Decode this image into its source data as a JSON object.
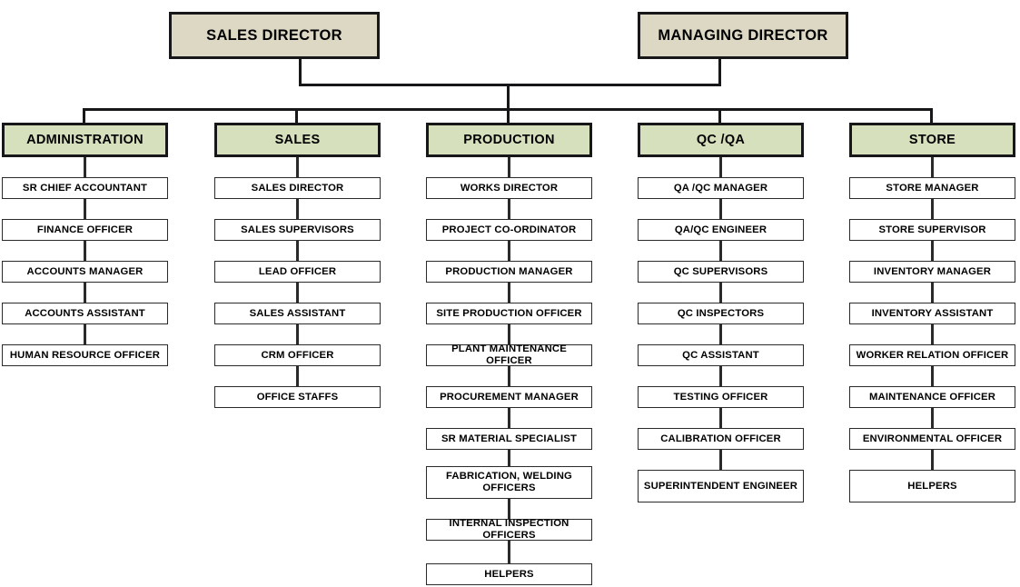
{
  "chart": {
    "title": "Organizational Chart",
    "colors": {
      "top_box_fill": "#dcd8c4",
      "dept_box_fill": "#d7e0bd",
      "node_box_fill": "#ffffff",
      "border": "#17171a",
      "text": "#000000",
      "background": "#ffffff"
    }
  },
  "top_level": [
    {
      "label": "SALES DIRECTOR"
    },
    {
      "label": "MANAGING DIRECTOR"
    }
  ],
  "departments": [
    {
      "header": "ADMINISTRATION",
      "nodes": [
        {
          "label": "SR CHIEF ACCOUNTANT"
        },
        {
          "label": "FINANCE OFFICER"
        },
        {
          "label": "ACCOUNTS MANAGER"
        },
        {
          "label": "ACCOUNTS ASSISTANT"
        },
        {
          "label": "HUMAN RESOURCE OFFICER"
        }
      ]
    },
    {
      "header": "SALES",
      "nodes": [
        {
          "label": "SALES DIRECTOR"
        },
        {
          "label": "SALES SUPERVISORS"
        },
        {
          "label": "LEAD OFFICER"
        },
        {
          "label": "SALES ASSISTANT"
        },
        {
          "label": "CRM OFFICER"
        },
        {
          "label": "OFFICE STAFFS"
        }
      ]
    },
    {
      "header": "PRODUCTION",
      "nodes": [
        {
          "label": "WORKS DIRECTOR"
        },
        {
          "label": "PROJECT CO-ORDINATOR"
        },
        {
          "label": "PRODUCTION MANAGER"
        },
        {
          "label": "SITE PRODUCTION OFFICER"
        },
        {
          "label": "PLANT MAINTENANCE OFFICER"
        },
        {
          "label": "PROCUREMENT MANAGER"
        },
        {
          "label": "SR MATERIAL SPECIALIST"
        },
        {
          "label": "FABRICATION, WELDING OFFICERS"
        },
        {
          "label": "INTERNAL INSPECTION OFFICERS"
        },
        {
          "label": "HELPERS"
        }
      ]
    },
    {
      "header": "QC /QA",
      "nodes": [
        {
          "label": "QA /QC  MANAGER"
        },
        {
          "label": "QA/QC ENGINEER"
        },
        {
          "label": "QC SUPERVISORS"
        },
        {
          "label": "QC INSPECTORS"
        },
        {
          "label": "QC ASSISTANT"
        },
        {
          "label": "TESTING OFFICER"
        },
        {
          "label": "CALIBRATION OFFICER"
        },
        {
          "label": "SUPERINTENDENT ENGINEER"
        }
      ]
    },
    {
      "header": "STORE",
      "nodes": [
        {
          "label": "STORE MANAGER"
        },
        {
          "label": "STORE SUPERVISOR"
        },
        {
          "label": "INVENTORY MANAGER"
        },
        {
          "label": "INVENTORY ASSISTANT"
        },
        {
          "label": "WORKER RELATION OFFICER"
        },
        {
          "label": "MAINTENANCE OFFICER"
        },
        {
          "label": "ENVIRONMENTAL OFFICER"
        },
        {
          "label": "HELPERS"
        }
      ]
    }
  ]
}
